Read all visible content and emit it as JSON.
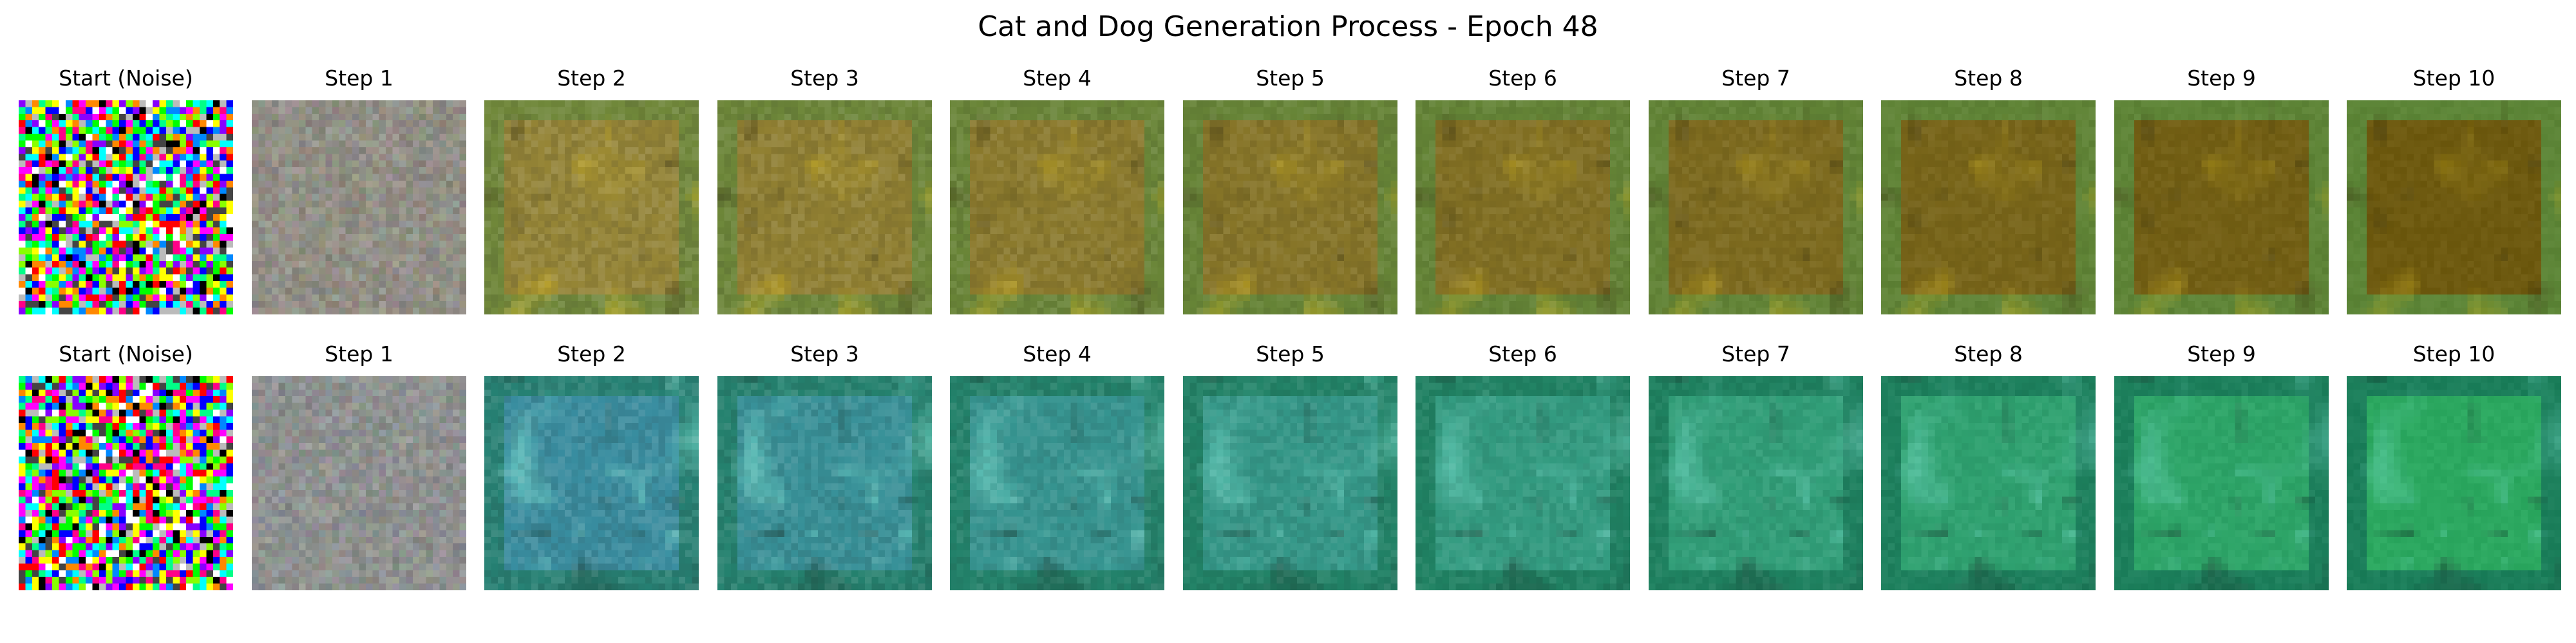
{
  "figure": {
    "title": "Cat and Dog Generation Process - Epoch 48"
  },
  "rows": [
    {
      "panels": [
        {
          "title": "Start (Noise)",
          "kind": "noise"
        },
        {
          "title": "Step 1",
          "kind": "step",
          "step": 1
        },
        {
          "title": "Step 2",
          "kind": "step",
          "step": 2
        },
        {
          "title": "Step 3",
          "kind": "step",
          "step": 3
        },
        {
          "title": "Step 4",
          "kind": "step",
          "step": 4
        },
        {
          "title": "Step 5",
          "kind": "step",
          "step": 5
        },
        {
          "title": "Step 6",
          "kind": "step",
          "step": 6
        },
        {
          "title": "Step 7",
          "kind": "step",
          "step": 7
        },
        {
          "title": "Step 8",
          "kind": "step",
          "step": 8
        },
        {
          "title": "Step 9",
          "kind": "step",
          "step": 9
        },
        {
          "title": "Step 10",
          "kind": "step",
          "step": 10
        }
      ],
      "palette": {
        "step1": "#8d8a80",
        "early": "#9a8a3a",
        "late": "#6e5a10",
        "frame": "#5b8a3c",
        "highlight": "#d6b81e",
        "shadow": "#3a3410"
      }
    },
    {
      "panels": [
        {
          "title": "Start (Noise)",
          "kind": "noise"
        },
        {
          "title": "Step 1",
          "kind": "step",
          "step": 1
        },
        {
          "title": "Step 2",
          "kind": "step",
          "step": 2
        },
        {
          "title": "Step 3",
          "kind": "step",
          "step": 3
        },
        {
          "title": "Step 4",
          "kind": "step",
          "step": 4
        },
        {
          "title": "Step 5",
          "kind": "step",
          "step": 5
        },
        {
          "title": "Step 6",
          "kind": "step",
          "step": 6
        },
        {
          "title": "Step 7",
          "kind": "step",
          "step": 7
        },
        {
          "title": "Step 8",
          "kind": "step",
          "step": 8
        },
        {
          "title": "Step 9",
          "kind": "step",
          "step": 9
        },
        {
          "title": "Step 10",
          "kind": "step",
          "step": 10
        }
      ],
      "palette": {
        "step1": "#8a8d8c",
        "early": "#3a8aa8",
        "late": "#2ca860",
        "frame": "#1a7a5a",
        "highlight": "#7ae0d0",
        "shadow": "#1a3a30"
      }
    }
  ]
}
